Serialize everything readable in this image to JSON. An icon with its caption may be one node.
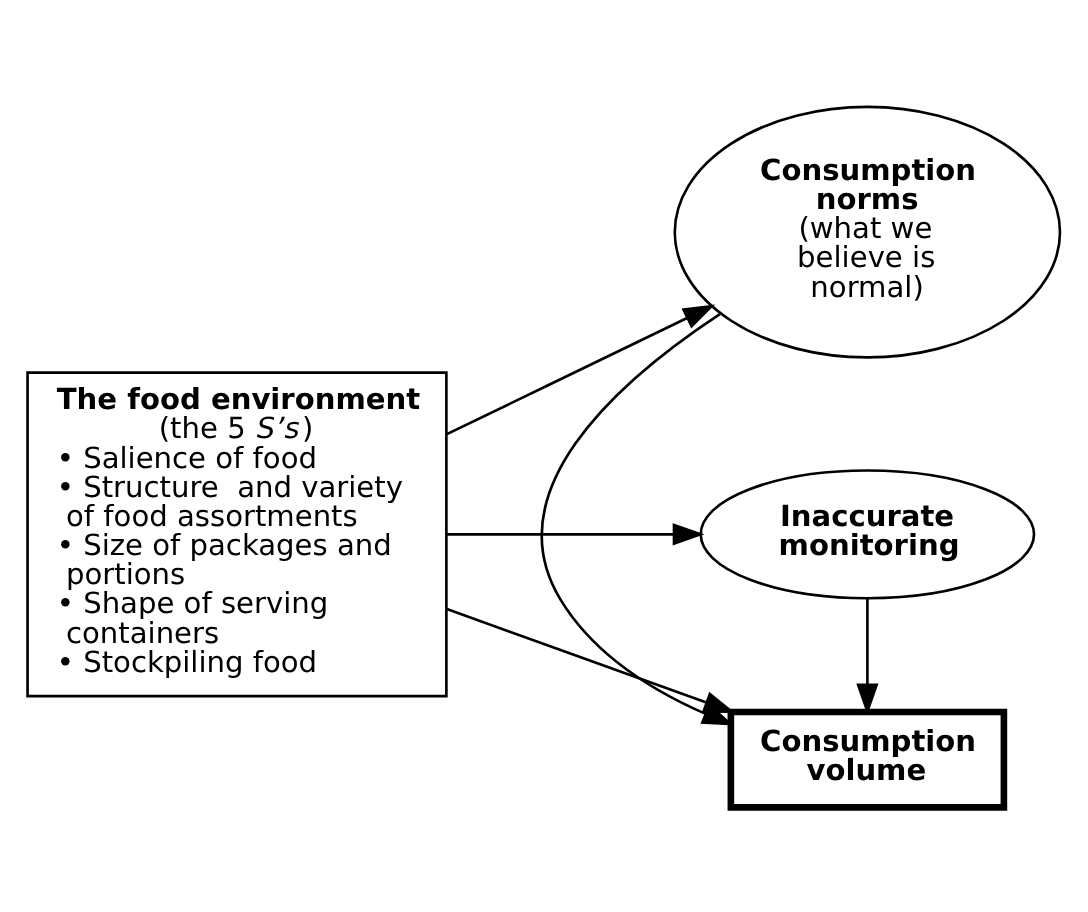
{
  "diagram": {
    "nodes": [
      {
        "text": [
          "The food environment",
          "(the 5 *S’s*)",
          "• Salience of food",
          "• Structure  and variety of food assortments",
          "• Size of packages and portions",
          "• Shape of serving containers",
          "• Stockpiling food"
        ]
      },
      {
        "text": [
          "Consumption norms",
          "(what we believe is normal)"
        ]
      },
      {
        "text": [
          "Consumption volume"
        ]
      },
      {
        "text": [
          "Inaccurate monitoring"
        ]
      }
    ],
    "edges": [
      {
        "from": 0,
        "to": 1,
        "arrow": "to"
      },
      {
        "from": 0,
        "to": 2,
        "arrow": "to"
      },
      {
        "from": 0,
        "to": 3,
        "arrow": "to"
      },
      {
        "from": 1,
        "to": 2,
        "arrow": "to"
      },
      {
        "from": 3,
        "to": 2,
        "arrow": "to"
      }
    ]
  }
}
